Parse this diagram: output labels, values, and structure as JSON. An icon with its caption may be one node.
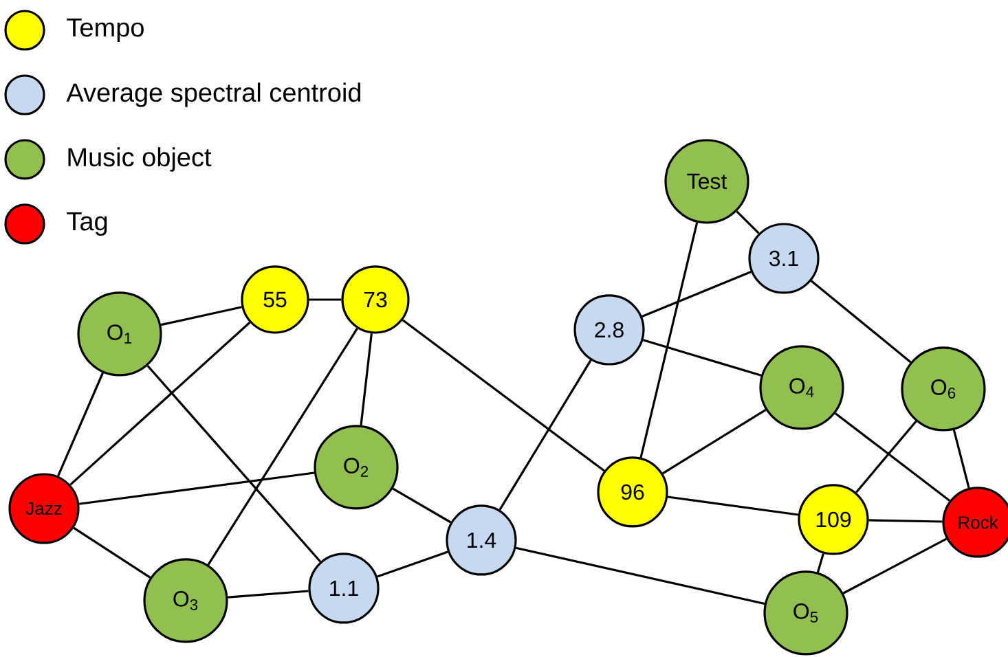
{
  "diagram": {
    "nodes": [
      {
        "text": [
          "Test"
        ]
      },
      {
        "text": [
          "3.1"
        ]
      },
      {
        "text": [
          "55"
        ]
      },
      {
        "text": [
          "73"
        ]
      },
      {
        "text": [
          "O$_{1}$"
        ]
      },
      {
        "text": [
          "2.8"
        ]
      },
      {
        "text": [
          "O$_{4}$"
        ]
      },
      {
        "text": [
          "O$_{6}$"
        ]
      },
      {
        "text": [
          "O$_{2}$"
        ]
      },
      {
        "text": [
          "Jazz"
        ]
      },
      {
        "text": [
          "96"
        ]
      },
      {
        "text": [
          "109"
        ]
      },
      {
        "text": [
          "Rock"
        ]
      },
      {
        "text": [
          "1.4"
        ]
      },
      {
        "text": [
          "1.1"
        ]
      },
      {
        "text": [
          "O$_{3}$"
        ]
      },
      {
        "text": [
          "O$_{5}$"
        ]
      }
    ],
    "edges": [
      {
        "from": 4,
        "to": 2,
        "arrow": "none"
      },
      {
        "from": 2,
        "to": 3,
        "arrow": "none"
      },
      {
        "from": 4,
        "to": 9,
        "arrow": "none"
      },
      {
        "from": 4,
        "to": 14,
        "arrow": "none"
      },
      {
        "from": 9,
        "to": 2,
        "arrow": "none"
      },
      {
        "from": 9,
        "to": 8,
        "arrow": "none"
      },
      {
        "from": 9,
        "to": 15,
        "arrow": "none"
      },
      {
        "from": 3,
        "to": 8,
        "arrow": "none"
      },
      {
        "from": 3,
        "to": 15,
        "arrow": "none"
      },
      {
        "from": 3,
        "to": 10,
        "arrow": "none"
      },
      {
        "from": 8,
        "to": 13,
        "arrow": "none"
      },
      {
        "from": 15,
        "to": 14,
        "arrow": "none"
      },
      {
        "from": 14,
        "to": 13,
        "arrow": "none"
      },
      {
        "from": 13,
        "to": 5,
        "arrow": "none"
      },
      {
        "from": 13,
        "to": 16,
        "arrow": "none"
      },
      {
        "from": 5,
        "to": 1,
        "arrow": "none"
      },
      {
        "from": 5,
        "to": 6,
        "arrow": "none"
      },
      {
        "from": 0,
        "to": 1,
        "arrow": "none"
      },
      {
        "from": 0,
        "to": 10,
        "arrow": "none"
      },
      {
        "from": 1,
        "to": 7,
        "arrow": "none"
      },
      {
        "from": 10,
        "to": 6,
        "arrow": "none"
      },
      {
        "from": 10,
        "to": 11,
        "arrow": "none"
      },
      {
        "from": 6,
        "to": 12,
        "arrow": "none"
      },
      {
        "from": 7,
        "to": 11,
        "arrow": "none"
      },
      {
        "from": 7,
        "to": 12,
        "arrow": "none"
      },
      {
        "from": 11,
        "to": 12,
        "arrow": "none"
      },
      {
        "from": 11,
        "to": 16,
        "arrow": "none"
      },
      {
        "from": 16,
        "to": 12,
        "arrow": "none"
      }
    ],
    "legend": [
      {
        "text": "Tempo",
        "color": "#ffff00"
      },
      {
        "text": "Average spectral centroid",
        "color": "#c6d9f1"
      },
      {
        "text": "Music object",
        "color": "#92c050"
      },
      {
        "text": "Tag",
        "color": "#ff0000"
      }
    ]
  }
}
